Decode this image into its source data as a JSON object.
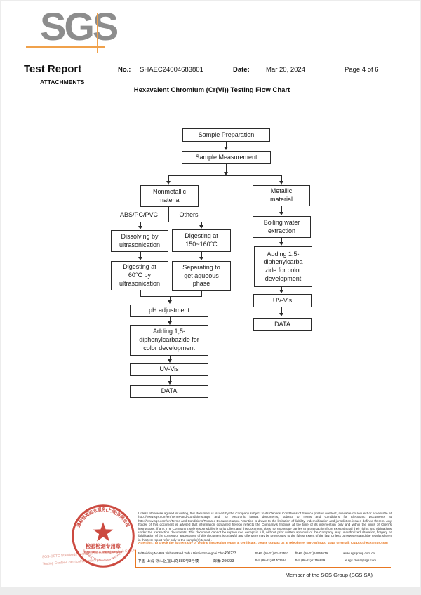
{
  "header": {
    "logo": "SGS",
    "report_title": "Test Report",
    "attachments": "ATTACHMENTS",
    "no_label": "No.:",
    "no_value": "SHAEC24004683801",
    "date_label": "Date:",
    "date_value": "Mar 20, 2024",
    "page_label": "Page 4 of 6",
    "chart_title": "Hexavalent Chromium (Cr(VI)) Testing Flow Chart"
  },
  "flowchart": {
    "sample_preparation": "Sample Preparation",
    "sample_measurement": "Sample Measurement",
    "nonmetallic": "Nonmetallic\nmaterial",
    "metallic": "Metallic\nmaterial",
    "branch_left": "ABS/PC/PVC",
    "branch_right": "Others",
    "dissolving": "Dissolving by\nultrasonication",
    "digesting_high": "Digesting at\n150~160°C",
    "digesting_60": "Digesting at\n60°C by\nultrasonication",
    "separating": "Separating to\nget aqueous\nphase",
    "ph_adjustment": "pH adjustment",
    "adding_left": "Adding 1,5-\ndiphenylcarbazide for\ncolor development",
    "uv_vis_left": "UV-Vis",
    "data_left": "DATA",
    "boiling": "Boiling water\nextraction",
    "adding_right": "Adding 1,5-\ndiphenylcarba\nzide for color\ndevelopment",
    "uv_vis_right": "UV-Vis",
    "data_right": "DATA"
  },
  "stamp": {
    "top_arc": "通标标准技术服务(上海)有限公司",
    "center_line1": "检验检测专用章",
    "center_line2": "Inspection & Testing Service",
    "bottom_arc": "SGS-CSTC Standards Technical Services Co.,Ltd."
  },
  "watermark": {
    "line1": "SGS-CSTC Standards Technical Services(Shanghai) Co.,Ltd",
    "line2": "Testing Center-Chemical Laboratory"
  },
  "footer": {
    "disclaimer": "Unless otherwise agreed in writing, this document is issued by the Company subject to its General Conditions of Service printed overleaf, available on request or accessible at http://www.sgs.com/en/Terms-and-Conditions.aspx and, for electronic format documents, subject to Terms and Conditions for Electronic Documents at http://www.sgs.com/en/Terms-and-Conditions/Terms-e-Document.aspx. Attention is drawn to the limitation of liability, indemnification and jurisdiction issues defined therein. Any holder of this document is advised that information contained hereon reflects the Company's findings at the time of its intervention only and within the limits of Client's instructions, if any. The Company's sole responsibility is to its Client and this document does not exonerate parties to a transaction from exercising all their rights and obligations under the transaction documents. This document cannot be reproduced except in full, without prior written approval of the Company. Any unauthorized alteration, forgery or falsification of the content or appearance of this document is unlawful and offenders may be prosecuted to the fullest extent of the law. Unless otherwise stated the results shown in this test report refer only to the sample(s) tested .",
    "attention": "Attention: To check the authenticity of testing /inspection report & certificate, please contact us at telephone: (86-755) 8307 1443, or email: CN.Doccheck@sgs.com",
    "address_en": "3rdBuilding,No.889 Yishan Road Xuhui District,Shanghai China",
    "postal_en": "200233",
    "tel_en": "tE&E (86-21) 61402553",
    "fax_en": "fE&E (86-21)64953679",
    "web": "www.sgsgroup.com.cn",
    "address_cn": "中国·上海·徐汇区宜山路889号3号楼",
    "postal_cn": "邮编: 200233",
    "tel_cn": "tHL (86-21) 61402594",
    "fax_cn": "fHL (86-21)61156899",
    "email": "e sgs.china@sgs.com",
    "member": "Member of the SGS Group (SGS SA)"
  },
  "colors": {
    "sgs_logo_gray": "#8d8d8d",
    "sgs_orange": "#f0a14b",
    "footer_orange": "#e87722",
    "stamp_red": "#c7372c",
    "line_black": "#2b2b2b"
  }
}
